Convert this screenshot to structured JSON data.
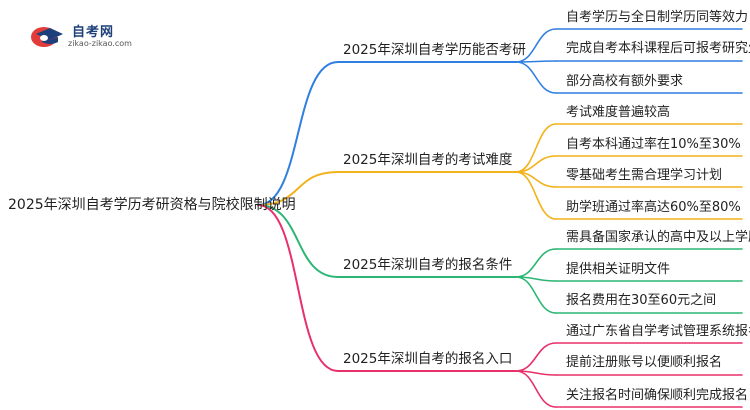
{
  "logo": {
    "name": "自考网",
    "domain": "zikao-zikao.com"
  },
  "root": "2025年深圳自考学历考研资格与院校限制说明",
  "branches": [
    {
      "label": "2025年深圳自考学历能否考研",
      "color": "#2f7fe0",
      "leaves": [
        "自考学历与全日制学历同等效力",
        "完成自考本科课程后可报考研究生",
        "部分高校有额外要求"
      ]
    },
    {
      "label": "2025年深圳自考的考试难度",
      "color": "#f2b21b",
      "leaves": [
        "考试难度普遍较高",
        "自考本科通过率在10%至30%",
        "零基础考生需合理学习计划",
        "助学班通过率高达60%至80%"
      ]
    },
    {
      "label": "2025年深圳自考的报名条件",
      "color": "#2bb673",
      "leaves": [
        "需具备国家承认的高中及以上学历",
        "提供相关证明文件",
        "报名费用在30至60元之间"
      ]
    },
    {
      "label": "2025年深圳自考的报名入口",
      "color": "#e8306a",
      "leaves": [
        "通过广东省自学考试管理系统报名",
        "提前注册账号以便顺利报名",
        "关注报名时间确保顺利完成报名"
      ]
    }
  ]
}
